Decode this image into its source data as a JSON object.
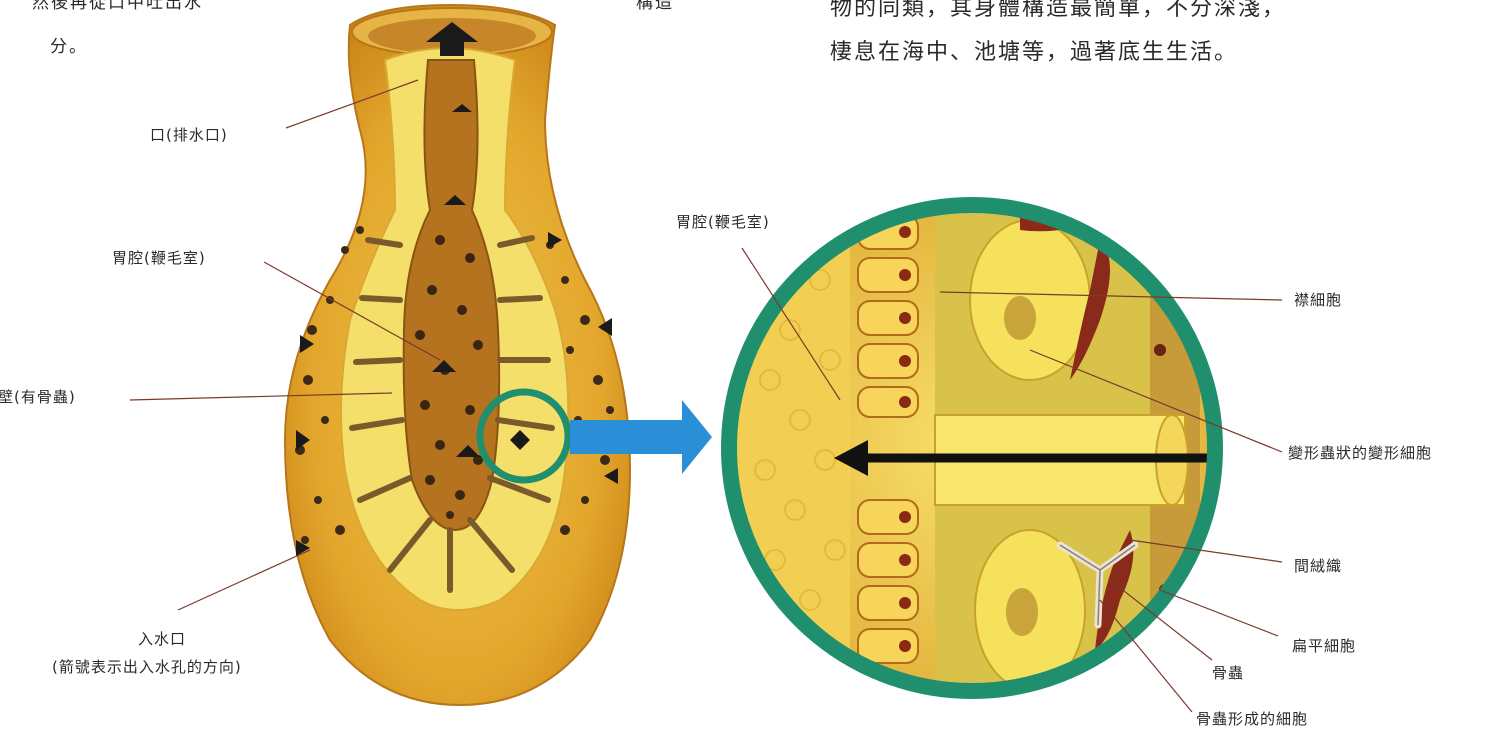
{
  "left_text": {
    "line1": "然後再從口中吐出水",
    "line2": "分。"
  },
  "top_center_fragment": "構造",
  "right_paragraph": {
    "line1": "物的同類，其身體構造最簡單，不分深淺，",
    "line2": "棲息在海中、池塘等，過著底生生活。"
  },
  "sponge_labels": {
    "mouth": "口(排水口)",
    "gastric_cavity": "胃腔(鞭毛室)",
    "body_wall": "體壁(有骨蟲)",
    "inlet": "入水口",
    "inlet_note": "(箭號表示出入水孔的方向)"
  },
  "zoom_labels": {
    "gastric_cavity": "胃腔(鞭毛室)",
    "collar_cells": "襟細胞",
    "amoebocytes": "變形蟲狀的變形細胞",
    "mesenchyme": "間絨織",
    "flat_cells": "扁平細胞",
    "spicule": "骨蟲",
    "spicule_cells": "骨蟲形成的細胞"
  },
  "colors": {
    "sponge_outer": "#e3a62c",
    "sponge_inner": "#f4df6a",
    "cavity": "#b5721f",
    "zoom_ring": "#1f8f6e",
    "arrow_blue": "#2a8fd6",
    "pore": "#3a2a1a"
  }
}
